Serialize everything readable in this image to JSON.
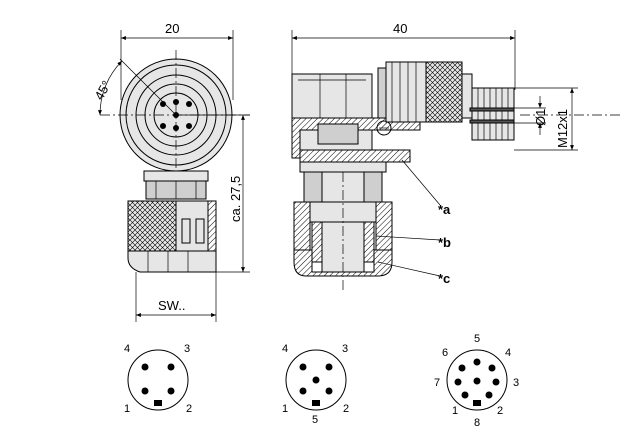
{
  "front_view": {
    "width_dim": "20",
    "angle_dim": "45°",
    "height_dim": "ca. 27,5",
    "wrench_dim": "SW.."
  },
  "side_view": {
    "length_dim": "40",
    "pin_dim": "Ø1",
    "thread_dim": "M12x1",
    "callout_a": "*a",
    "callout_b": "*b",
    "callout_c": "*c"
  },
  "pinouts": [
    {
      "pins": [
        "1",
        "2",
        "3",
        "4"
      ]
    },
    {
      "pins": [
        "1",
        "2",
        "3",
        "4",
        "5"
      ]
    },
    {
      "pins": [
        "1",
        "2",
        "3",
        "4",
        "5",
        "6",
        "7",
        "8"
      ]
    }
  ]
}
